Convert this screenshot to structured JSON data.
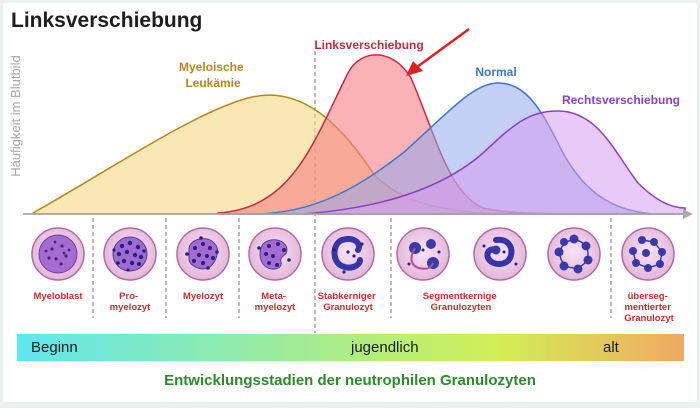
{
  "title": "Linksverschiebung",
  "y_axis_label": "Häufigkeit im Blutbild",
  "curves": [
    {
      "label_lines": [
        "Myeloische",
        "Leukämie"
      ],
      "color": "#b8861e",
      "fill": "#f5d980"
    },
    {
      "label_lines": [
        "Linksverschiebung"
      ],
      "color": "#c42a40",
      "fill": "#f77f86"
    },
    {
      "label_lines": [
        "Normal"
      ],
      "color": "#3a79c8",
      "fill": "#93a8ec"
    },
    {
      "label_lines": [
        "Rechtsverschiebung"
      ],
      "color": "#8d3fc8",
      "fill": "#d79cf0"
    }
  ],
  "arrow_color": "#e02020",
  "cells": [
    {
      "label_lines": [
        "Myeloblast"
      ],
      "icon": "myeloblast-icon"
    },
    {
      "label_lines": [
        "Pro-",
        "myelozyt"
      ],
      "icon": "promyelocyte-icon"
    },
    {
      "label_lines": [
        "Myelozyt"
      ],
      "icon": "myelocyte-icon"
    },
    {
      "label_lines": [
        "Meta-",
        "myelozyt"
      ],
      "icon": "metamyelocyte-icon"
    },
    {
      "label_lines": [
        "Stabkerniger",
        "Granulozyt"
      ],
      "icon": "band-cell-icon"
    },
    {
      "label_lines": [
        "Segmentkernige",
        "Granulozyten"
      ],
      "icon": "segmented-cell-icon"
    },
    {
      "label_lines": [
        "übersegmentierter",
        "Granulozyt"
      ],
      "icon": "hypersegmented-cell-icon"
    }
  ],
  "cell_label_color": "#cc2d2d",
  "stage_bar": {
    "start": "Beginn",
    "middle": "jugendlich",
    "end": "alt"
  },
  "caption": "Entwicklungsstadien der neutrophilen Granulozyten"
}
